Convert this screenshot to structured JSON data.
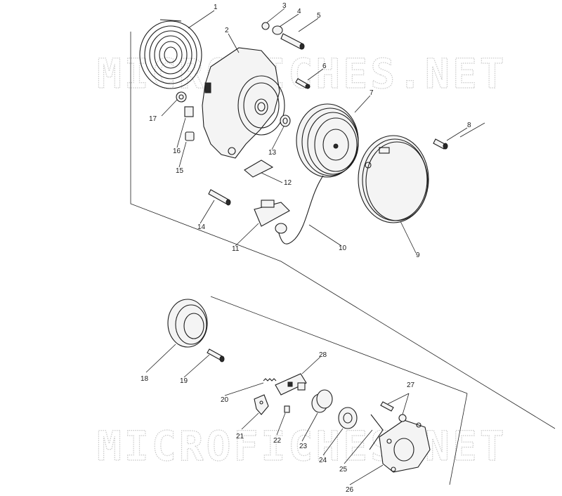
{
  "watermarks": [
    "MICROFICHES.NET",
    "MICROFICHES.NET"
  ],
  "callouts": [
    "1",
    "2",
    "3",
    "4",
    "5",
    "6",
    "7",
    "8",
    "9",
    "10",
    "11",
    "12",
    "13",
    "14",
    "15",
    "16",
    "17",
    "18",
    "19",
    "20",
    "21",
    "22",
    "23",
    "24",
    "25",
    "26",
    "27",
    "28"
  ]
}
